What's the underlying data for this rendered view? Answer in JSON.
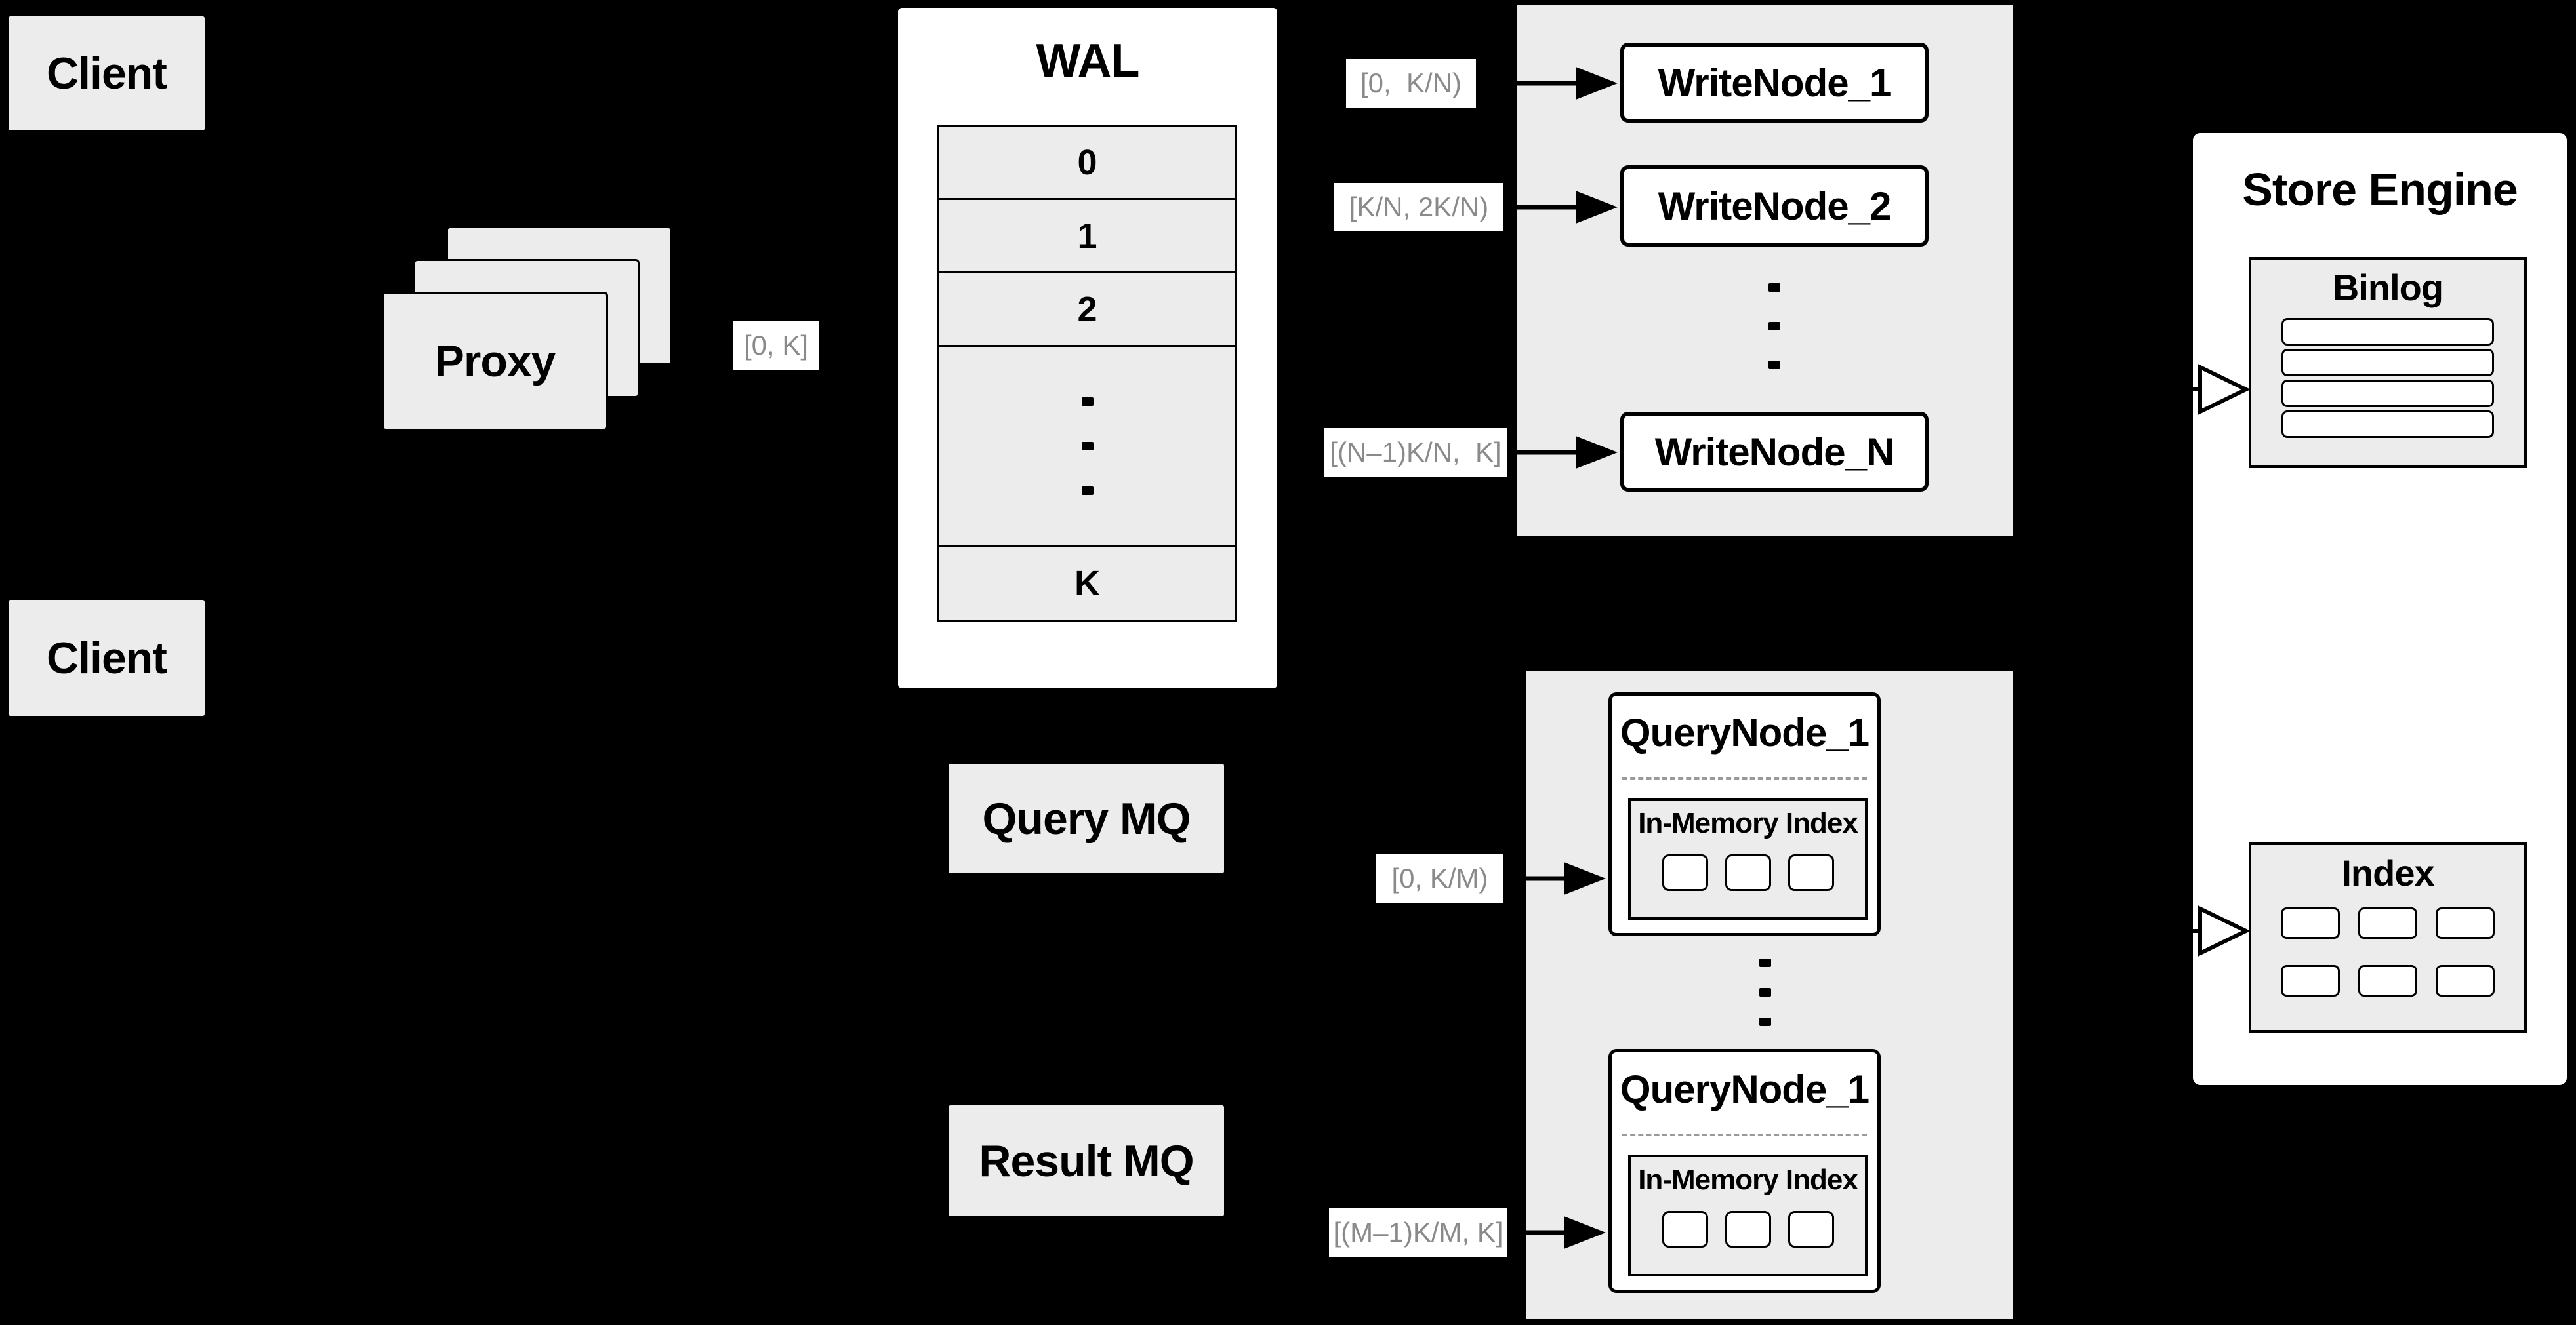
{
  "colors": {
    "background": "#000000",
    "box_fill_gray": "#ececec",
    "box_fill_white": "#ffffff",
    "border": "#000000",
    "range_label_text": "#8a8a8a",
    "dashed_divider": "#9a9a9a"
  },
  "clients": [
    {
      "label": "Client"
    },
    {
      "label": "Client"
    }
  ],
  "proxy": {
    "label": "Proxy"
  },
  "wal": {
    "title": "WAL",
    "segments": [
      "0",
      "1",
      "2"
    ],
    "last_segment": "K"
  },
  "range_labels": {
    "proxy_to_wal": "[0, K]",
    "to_writenode_1": "[0,  K/N)",
    "to_writenode_2": "[K/N, 2K/N)",
    "to_writenode_n": "[(N–1)K/N,  K]",
    "to_querynode_1": "[0, K/M)",
    "to_querynode_m": "[(M–1)K/M, K]"
  },
  "write_nodes": [
    {
      "label": "WriteNode_1"
    },
    {
      "label": "WriteNode_2"
    },
    {
      "label": "WriteNode_N"
    }
  ],
  "store_engine": {
    "title": "Store Engine",
    "binlog": {
      "title": "Binlog"
    },
    "index": {
      "title": "Index"
    }
  },
  "mq": {
    "query": "Query MQ",
    "result": "Result MQ"
  },
  "query_nodes": [
    {
      "title": "QueryNode_1",
      "in_memory_index": "In-Memory Index"
    },
    {
      "title": "QueryNode_1",
      "in_memory_index": "In-Memory Index"
    }
  ]
}
